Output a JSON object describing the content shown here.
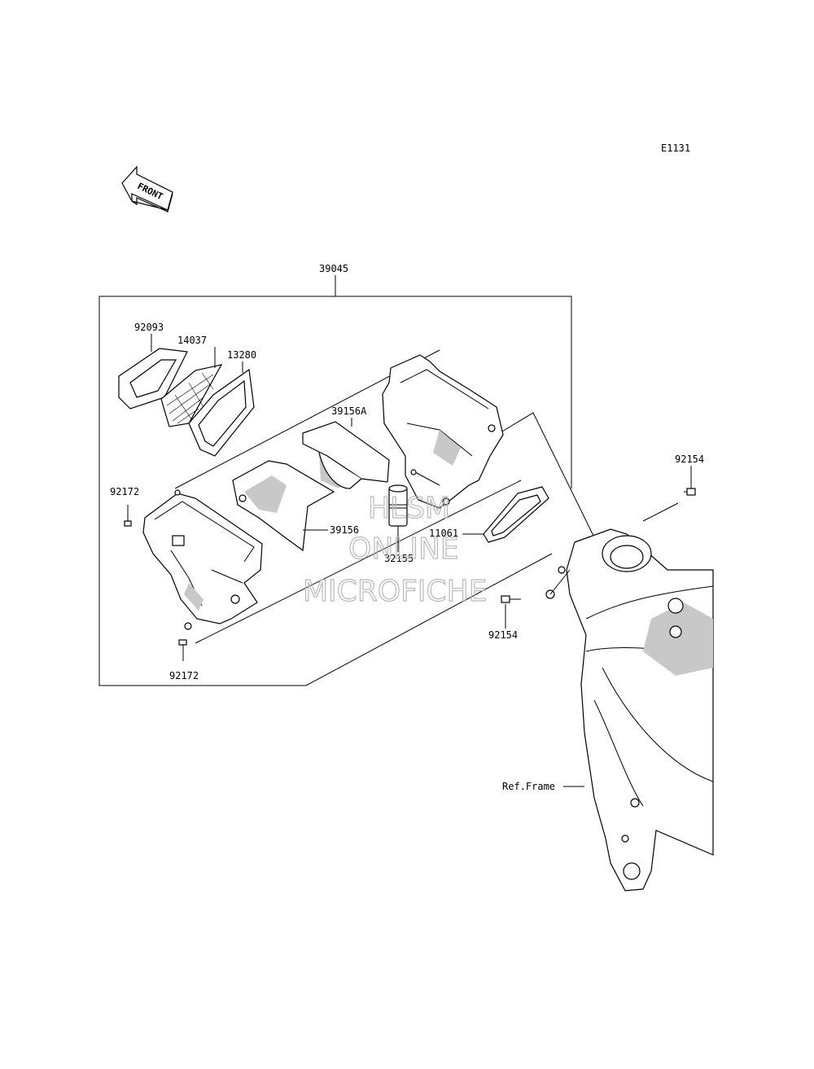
{
  "diagram_code": "E1131",
  "front_label": "FRONT",
  "labels": {
    "assembly": "39045",
    "p92093": "92093",
    "p14037": "14037",
    "p13280": "13280",
    "p39156A": "39156A",
    "p39156": "39156",
    "p92172_top": "92172",
    "p92172_bottom": "92172",
    "p32155": "32155",
    "p11061": "11061",
    "p92154_top": "92154",
    "p92154_bottom": "92154",
    "ref_frame": "Ref.Frame"
  },
  "watermark": {
    "line1": "HLSM",
    "line2": "ONLINE",
    "line3": "MICROFICHE"
  },
  "colors": {
    "line": "#000000",
    "shade": "#c8c8c8",
    "watermark": "#b9b9b9"
  }
}
